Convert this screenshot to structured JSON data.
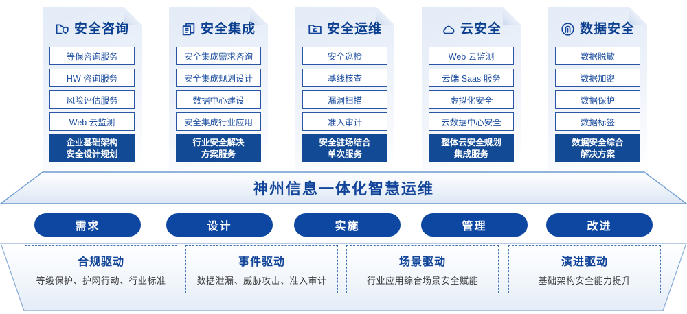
{
  "cards": [
    {
      "icon": "folder-shield-icon",
      "title": "安全咨询",
      "items": [
        "等保咨询服务",
        "HW 咨询服务",
        "风险评估服务",
        "Web 云监测"
      ],
      "highlight": [
        "企业基础架构",
        "安全设计规划"
      ]
    },
    {
      "icon": "stacked-documents-icon",
      "title": "安全集成",
      "items": [
        "安全集成需求咨询",
        "安全集成规划设计",
        "数据中心建设",
        "安全集成行业应用"
      ],
      "highlight": [
        "行业安全解决",
        "方案服务"
      ]
    },
    {
      "icon": "folder-chart-icon",
      "title": "安全运维",
      "items": [
        "安全巡检",
        "基线核查",
        "漏洞扫描",
        "准入审计"
      ],
      "highlight": [
        "安全驻场结合",
        "单次服务"
      ]
    },
    {
      "icon": "cloud-icon",
      "title": "云安全",
      "items": [
        "Web 云监测",
        "云端 Saas 服务",
        "虚拟化安全",
        "云数据中心安全"
      ],
      "highlight": [
        "整体云安全规划",
        "集成服务"
      ]
    },
    {
      "icon": "fingerprint-icon",
      "title": "数据安全",
      "items": [
        "数据脱敏",
        "数据加密",
        "数据保护",
        "数据标签"
      ],
      "highlight": [
        "数据安全综合",
        "解决方案"
      ]
    }
  ],
  "banner": {
    "text": "神州信息一体化智慧运维"
  },
  "pills": [
    {
      "label": "需求"
    },
    {
      "label": "设计"
    },
    {
      "label": "实施"
    },
    {
      "label": "管理"
    },
    {
      "label": "改进"
    }
  ],
  "drivers": [
    {
      "title": "合规驱动",
      "subtitle": "等级保护、护网行动、行业标准"
    },
    {
      "title": "事件驱动",
      "subtitle": "数据泄漏、威胁攻击、准入审计"
    },
    {
      "title": "场景驱动",
      "subtitle": "行业应用综合场景安全赋能"
    },
    {
      "title": "演进驱动",
      "subtitle": "基础架构安全能力提升"
    }
  ],
  "colors": {
    "brand_dark": "#12459a",
    "brand_fill": "#124a96",
    "pill": "#0e47a1",
    "item_border": "#2a55a5",
    "dashed_border": "#4173bb"
  }
}
